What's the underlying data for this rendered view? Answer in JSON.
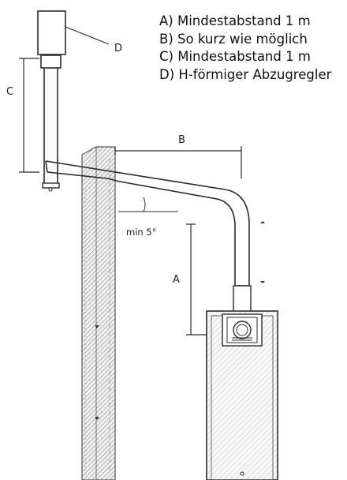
{
  "legend": [
    "A) Mindestabstand 1 m",
    "B) So kurz wie möglich",
    "C) Mindestabstand 1 m",
    "D) H-förmiger Abzugregler"
  ],
  "labels": {
    "a": "A",
    "b": "B",
    "c": "C",
    "d": "D",
    "angle": "min 5°"
  },
  "colors": {
    "line": "#2b2b2b",
    "wall_hatch": "#8c8c8c",
    "wall_fill": "#f2f2f2",
    "stove_fill": "#f6f6f6"
  }
}
